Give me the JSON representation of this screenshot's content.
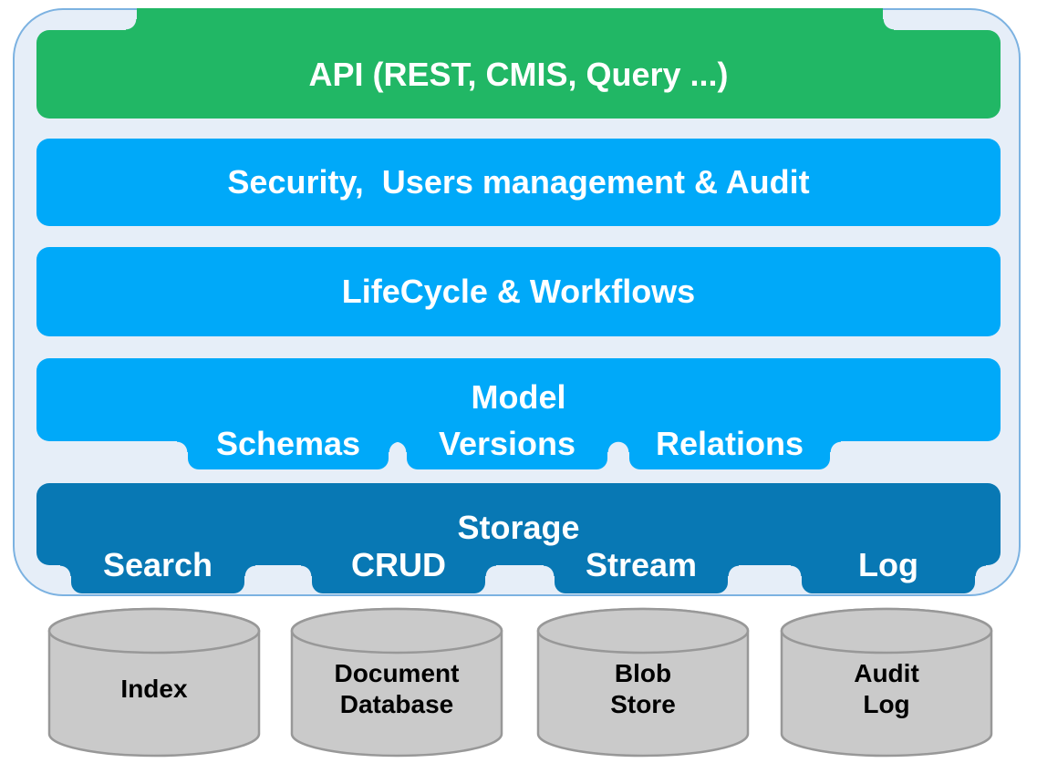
{
  "layers": [
    {
      "id": "api",
      "label": "API (REST, CMIS, Query ...)"
    },
    {
      "id": "security",
      "label": "Security,  Users management & Audit"
    },
    {
      "id": "lifecycle",
      "label": "LifeCycle & Workflows"
    },
    {
      "id": "model",
      "label": "Model",
      "tabs": [
        "Schemas",
        "Versions",
        "Relations"
      ]
    },
    {
      "id": "storage",
      "label": "Storage",
      "tabs": [
        "Search",
        "CRUD",
        "Stream",
        "Log"
      ]
    }
  ],
  "datastores": [
    {
      "label": "Index"
    },
    {
      "label": "Document\nDatabase"
    },
    {
      "label": "Blob\nStore"
    },
    {
      "label": "Audit\nLog"
    }
  ],
  "colors": {
    "api_green": "#21b765",
    "layer_blue": "#00a9f9",
    "storage_blue": "#0878b4",
    "platform_background": "#e6eef8",
    "platform_border": "#7cb2e1",
    "datastore_fill": "#cacaca",
    "datastore_stroke": "#989898",
    "layer_text": "#ffffff",
    "datastore_text": "#000000"
  }
}
